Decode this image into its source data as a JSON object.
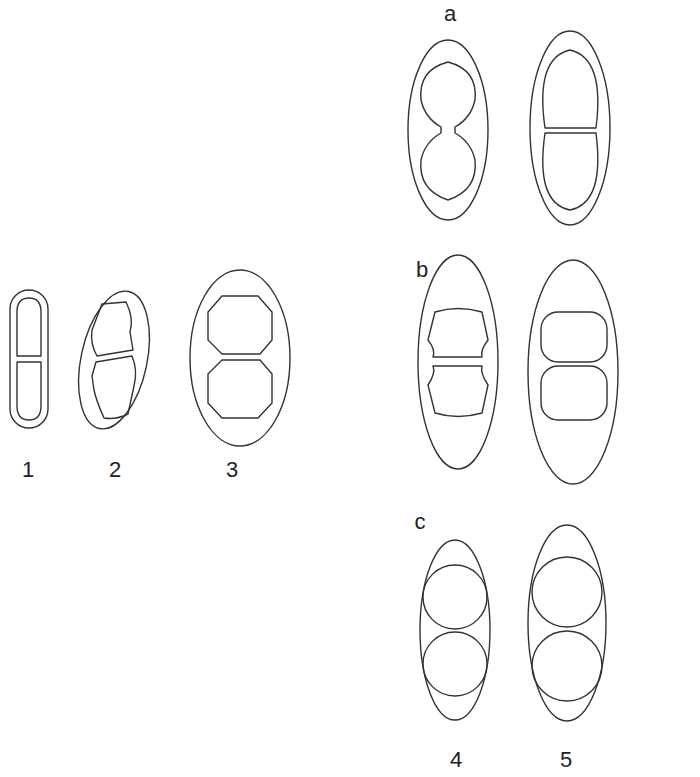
{
  "diagram": {
    "labels": [
      "a",
      "b",
      "c",
      "1",
      "2",
      "3",
      "4",
      "5"
    ]
  }
}
